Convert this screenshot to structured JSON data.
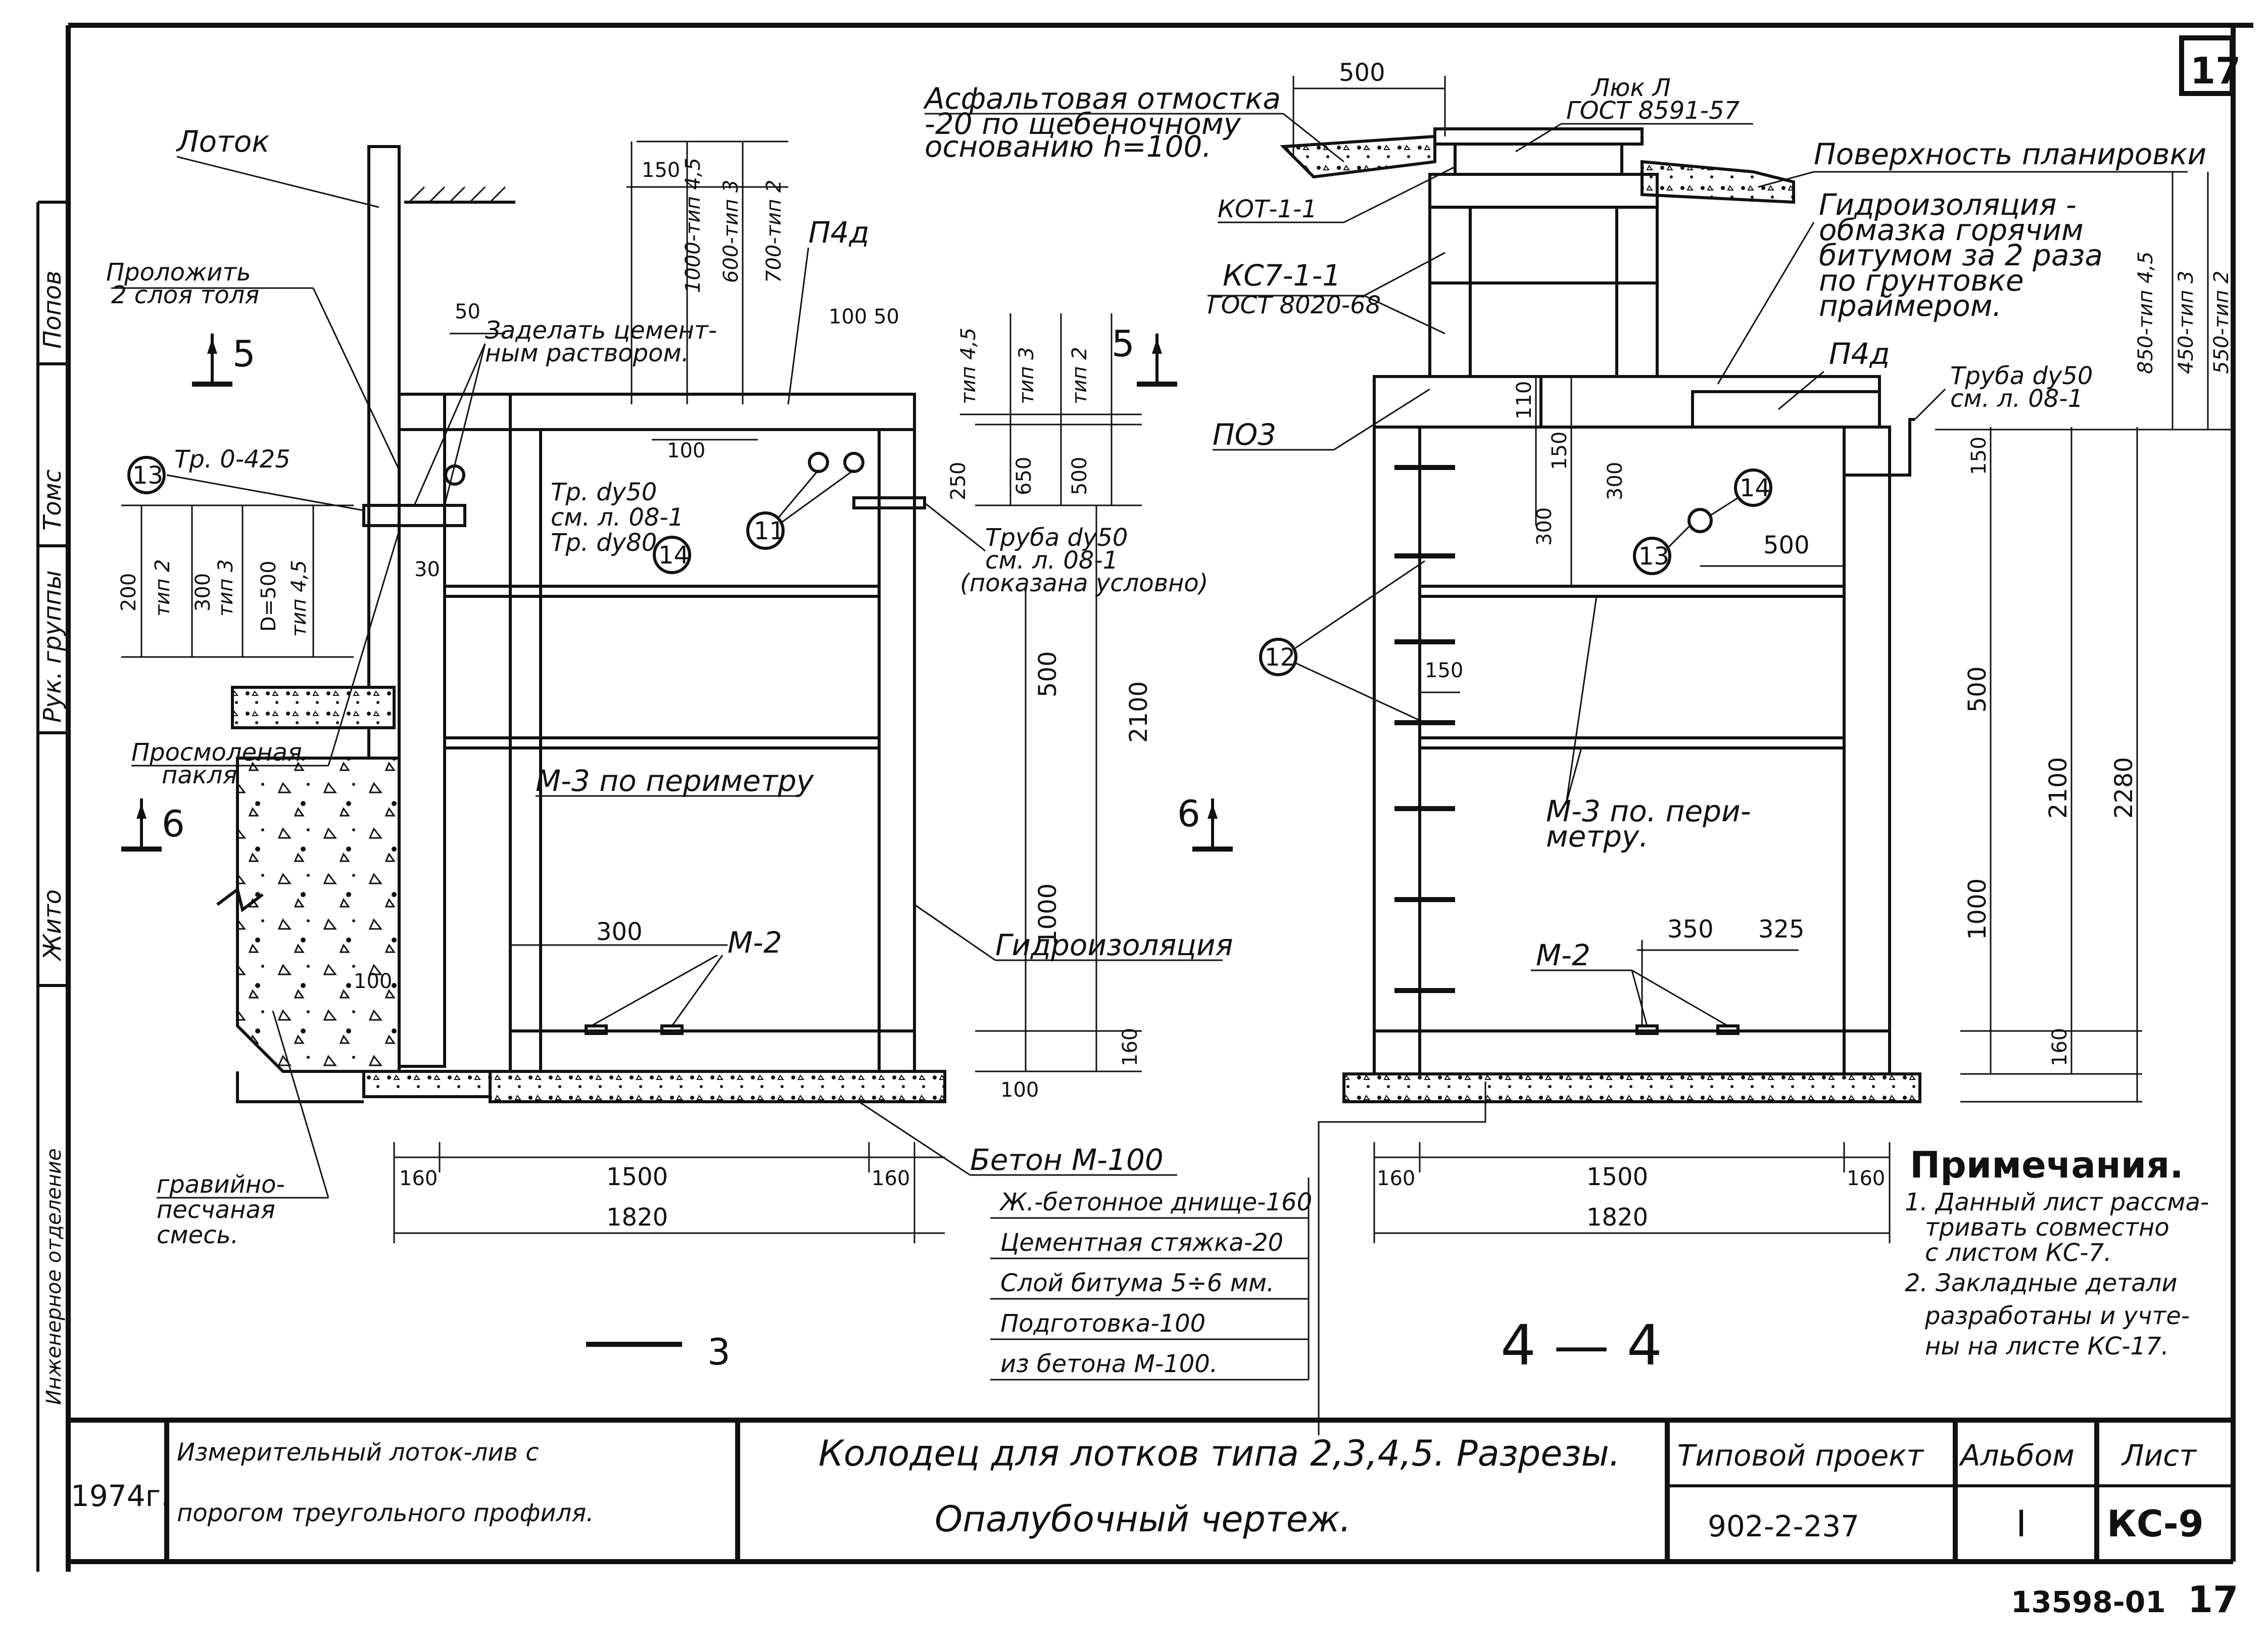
{
  "sheet": {
    "corner_number": "17",
    "bottom_number": "17",
    "archive_number": "13598-01"
  },
  "side_strip": {
    "labels": [
      "Попов",
      "Томс",
      "Рук. группы",
      "Жито",
      "Инженерное отделение"
    ]
  },
  "left_section": {
    "label_lotok": "Лоток",
    "label_prolozhit": "Проложить",
    "label_tol": "2 слоя толя",
    "section_5": "5",
    "section_6": "6",
    "label_tr": "Тр. 0-425",
    "callout_13": "13",
    "label_zadelat_1": "Заделать цемент-",
    "label_zadelat_2": "ным раствором.",
    "label_prosmol_1": "Просмоленая",
    "label_prosmol_2": "пакля",
    "label_gravel_1": "гравийно-",
    "label_gravel_2": "песчаная",
    "label_gravel_3": "смесь.",
    "dims": {
      "d50": "50",
      "d30": "30",
      "d100": "100",
      "d200": "200",
      "t2": "тип 2",
      "d300": "300",
      "t3": "тип 3",
      "d500": "D=500",
      "t45": "тип 4,5",
      "d150": "150",
      "d1000": "1000-тип 4,5",
      "d600": "600-тип 3",
      "d700": "700-тип 2"
    }
  },
  "section_33": {
    "title": "3",
    "label_pch": "П4д",
    "label_truba1": "Тр. dу50",
    "label_truba1b": "см. л. 08-1",
    "label_truba1c": "Тр. dу80",
    "callout_14": "14",
    "callout_11": "11",
    "label_truba2": "Труба dу50",
    "label_truba2b": "см. л. 08-1",
    "label_truba2c": "(показана условно)",
    "label_m3": "М-3 по периметру",
    "label_m2": "М-2",
    "label_gidro": "Гидроизоляция",
    "label_beton": "Бетон М-100",
    "dims": {
      "d100": "100",
      "d100_50": "100 50",
      "d250": "250",
      "t45": "тип 4,5",
      "d650": "650",
      "t3": "тип 3",
      "d500a": "500",
      "t2": "тип 2",
      "d500": "500",
      "d1000": "1000",
      "d2100": "2100",
      "d300": "300",
      "d160": "160",
      "d100b": "100",
      "d1500": "1500",
      "d160a": "160",
      "d160b": "160",
      "d1820": "1820"
    }
  },
  "layers": {
    "items": [
      "Ж.-бетонное днище-160",
      "Цементная стяжка-20",
      "Слой битума 5÷6 мм.",
      "Подготовка-100",
      "из бетона М-100."
    ]
  },
  "section_44": {
    "title": "4 — 4",
    "label_asfalt_1": "Асфальтовая отмостка",
    "label_asfalt_2": "-20 по щебеночному",
    "label_asfalt_3": "основанию h=100.",
    "label_luk_1": "Люк Л",
    "label_luk_2": "ГОСТ 8591-57",
    "label_pov": "Поверхность планировки",
    "label_kot": "КОТ-1-1",
    "label_ks_1": "КС7-1-1",
    "label_ks_2": "ГОСТ 8020-68",
    "label_gidro_1": "Гидроизоляция -",
    "label_gidro_2": "обмазка горячим",
    "label_gidro_3": "битумом за 2 раза",
    "label_gidro_4": "по грунтовке",
    "label_gidro_5": "праймером.",
    "label_pch": "П4д",
    "label_pz": "ПО3",
    "label_truba_1": "Труба dу50",
    "label_truba_2": "см. л. 08-1",
    "callout_14": "14",
    "callout_13": "13",
    "callout_12": "12",
    "label_m3_1": "М-3 по. пери-",
    "label_m3_2": "метру.",
    "label_m2": "М-2",
    "dims": {
      "d500top": "500",
      "d110": "110",
      "d150": "150",
      "d300": "300",
      "d500": "500",
      "d150b": "150",
      "d500v": "500",
      "d2100": "2100",
      "d1000": "1000",
      "d160": "160",
      "d2280": "2280",
      "d850": "850-тип 4,5",
      "d450": "450-тип 3",
      "d550": "550-тип 2",
      "d150c": "150",
      "d350": "350",
      "d325": "325",
      "d160a": "160",
      "d1500": "1500",
      "d160b": "160",
      "d1820": "1820"
    }
  },
  "notes": {
    "heading": "Примечания.",
    "lines": [
      "1. Данный лист рассма-",
      "тривать совместно",
      "с листом КС-7.",
      "2. Закладные детали",
      "разработаны и учте-",
      "ны на листе КС-17."
    ]
  },
  "title_block": {
    "year": "1974г.",
    "left_1": "Измерительный лоток-лив с",
    "left_2": "порогом треугольного профиля.",
    "main_1": "Колодец для лотков типа 2,3,4,5. Разрезы.",
    "main_2": "Опалубочный чертеж.",
    "proj_label": "Типовой проект",
    "proj_value": "902-2-237",
    "album_label": "Альбом",
    "album_value": "I",
    "sheet_label": "Лист",
    "sheet_value": "КС-9"
  }
}
